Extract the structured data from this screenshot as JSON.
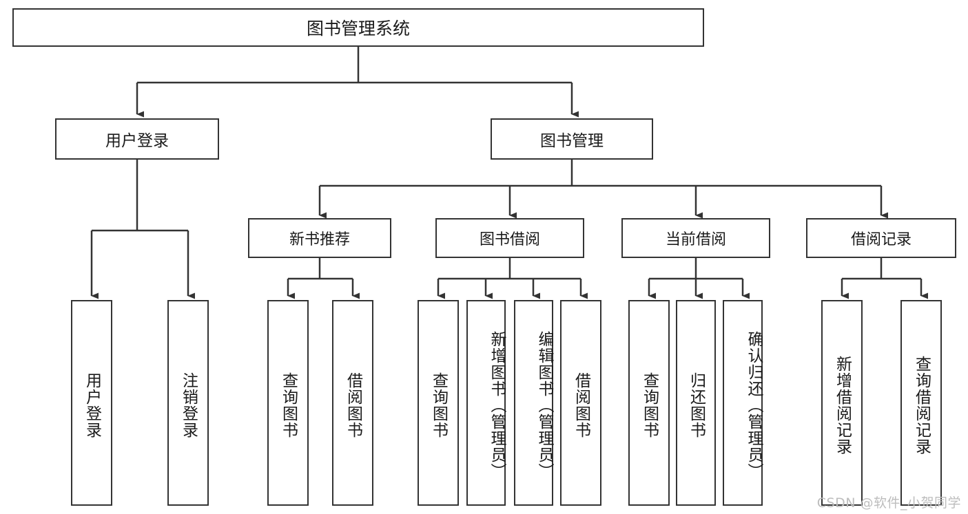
{
  "diagram": {
    "title": "图书管理系统",
    "type": "tree",
    "watermark": "CSDN @软件_小贺同学",
    "line_color": "#333333",
    "box_fill": "#ffffff",
    "text_color": "#1a1a1a",
    "root": {
      "label": "图书管理系统"
    },
    "level1": [
      {
        "label": "用户登录"
      },
      {
        "label": "图书管理"
      }
    ],
    "level2": [
      {
        "label": "新书推荐"
      },
      {
        "label": "图书借阅"
      },
      {
        "label": "当前借阅"
      },
      {
        "label": "借阅记录"
      }
    ],
    "leaves": {
      "user_login": [
        {
          "label": "用户登录"
        },
        {
          "label": "注销登录"
        }
      ],
      "new_book_recommend": [
        {
          "label": "查询图书"
        },
        {
          "label": "借阅图书"
        }
      ],
      "book_borrow": [
        {
          "label": "查询图书"
        },
        {
          "label": "新增图书（管理员）"
        },
        {
          "label": "编辑图书（管理员）"
        },
        {
          "label": "借阅图书"
        }
      ],
      "current_borrow": [
        {
          "label": "查询图书"
        },
        {
          "label": "归还图书"
        },
        {
          "label": "确认归还（管理员）"
        }
      ],
      "borrow_record": [
        {
          "label": "新增借阅记录"
        },
        {
          "label": "查询借阅记录"
        }
      ]
    }
  }
}
